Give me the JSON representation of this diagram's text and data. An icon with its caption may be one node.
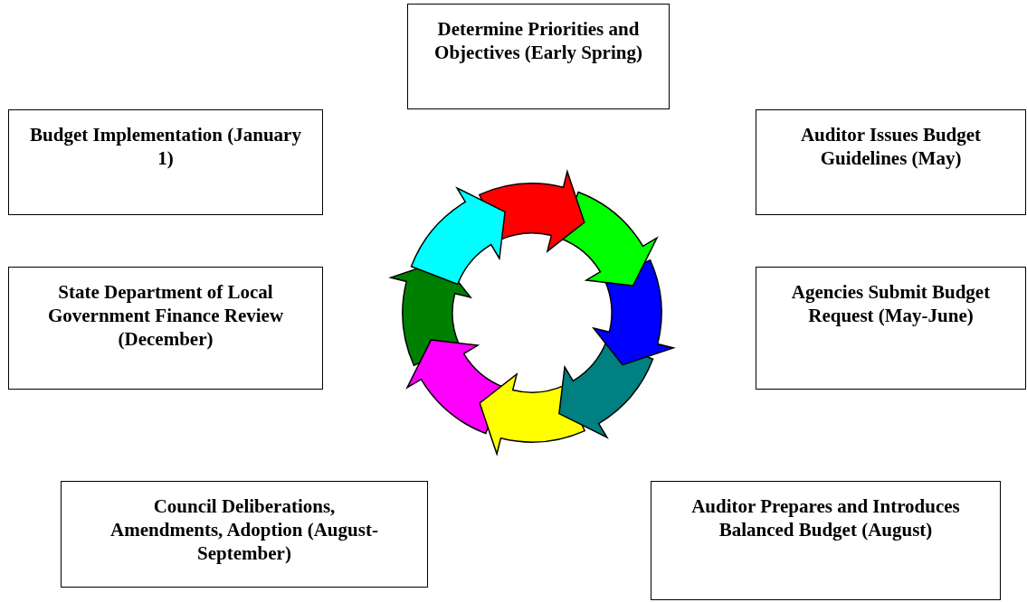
{
  "diagram": {
    "nodes": [
      {
        "text": [
          "Determine Priorities and Objectives (Early Spring)"
        ]
      },
      {
        "text": [
          "Budget Implementation (January 1)"
        ]
      },
      {
        "text": [
          "Auditor Issues Budget Guidelines (May)"
        ]
      },
      {
        "text": [
          "State Department of Local Government Finance Review (December)"
        ]
      },
      {
        "text": [
          "Agencies Submit Budget Request (May-June)"
        ]
      },
      {
        "text": [
          "Council Deliberations, Amendments, Adoption (August-September)"
        ]
      },
      {
        "text": [
          "Auditor Prepares and Introduces Balanced Budget (August)"
        ]
      }
    ]
  }
}
